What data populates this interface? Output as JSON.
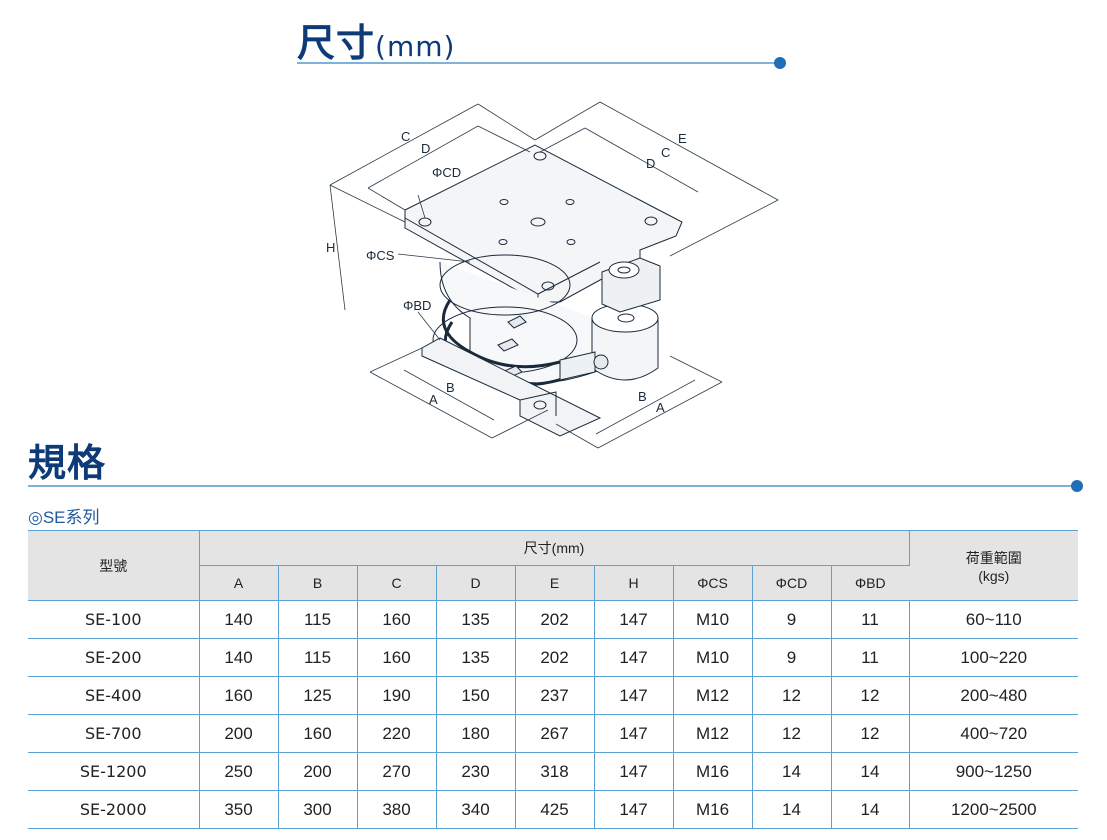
{
  "section1": {
    "title": "尺寸",
    "unit": "(mm)"
  },
  "section2": {
    "title": "規格"
  },
  "diagram_labels": {
    "A": "A",
    "B": "B",
    "C": "C",
    "D": "D",
    "E": "E",
    "H": "H",
    "CD": "ΦCD",
    "CS": "ΦCS",
    "BD": "ΦBD"
  },
  "series": "◎SE系列",
  "table": {
    "model_header": "型號",
    "dimension_header": "尺寸(mm)",
    "load_header_line1": "荷重範圍",
    "load_header_line2": "(kgs)",
    "columns": [
      "A",
      "B",
      "C",
      "D",
      "E",
      "H",
      "ΦCS",
      "ΦCD",
      "ΦBD"
    ],
    "rows": [
      [
        "SE-100",
        "140",
        "115",
        "160",
        "135",
        "202",
        "147",
        "M10",
        "9",
        "11",
        "60~110"
      ],
      [
        "SE-200",
        "140",
        "115",
        "160",
        "135",
        "202",
        "147",
        "M10",
        "9",
        "11",
        "100~220"
      ],
      [
        "SE-400",
        "160",
        "125",
        "190",
        "150",
        "237",
        "147",
        "M12",
        "12",
        "12",
        "200~480"
      ],
      [
        "SE-700",
        "200",
        "160",
        "220",
        "180",
        "267",
        "147",
        "M12",
        "12",
        "12",
        "400~720"
      ],
      [
        "SE-1200",
        "250",
        "200",
        "270",
        "230",
        "318",
        "147",
        "M16",
        "14",
        "14",
        "900~1250"
      ],
      [
        "SE-2000",
        "350",
        "300",
        "380",
        "340",
        "425",
        "147",
        "M16",
        "14",
        "14",
        "1200~2500"
      ]
    ]
  },
  "colors": {
    "title": "#0d3b78",
    "accent": "#1f6fb5",
    "rule": "#7fb2d8",
    "grid": "#5aa3d3",
    "header_bg": "#e4e4e4"
  }
}
